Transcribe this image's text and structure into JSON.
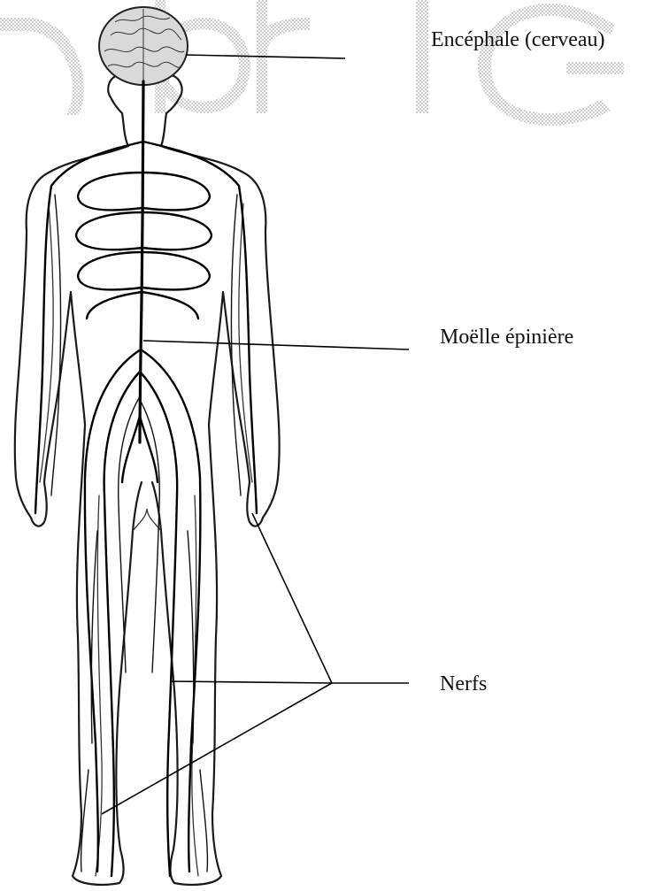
{
  "diagram": {
    "labels": {
      "brain": "Encéphale (cerveau)",
      "spinal_cord": "Moëlle épinière",
      "nerves": "Nerfs"
    },
    "colors": {
      "ink": "#000000",
      "brain_fill": "#d9d9d9",
      "watermark": "#bdbdbd",
      "background": "#ffffff"
    }
  }
}
